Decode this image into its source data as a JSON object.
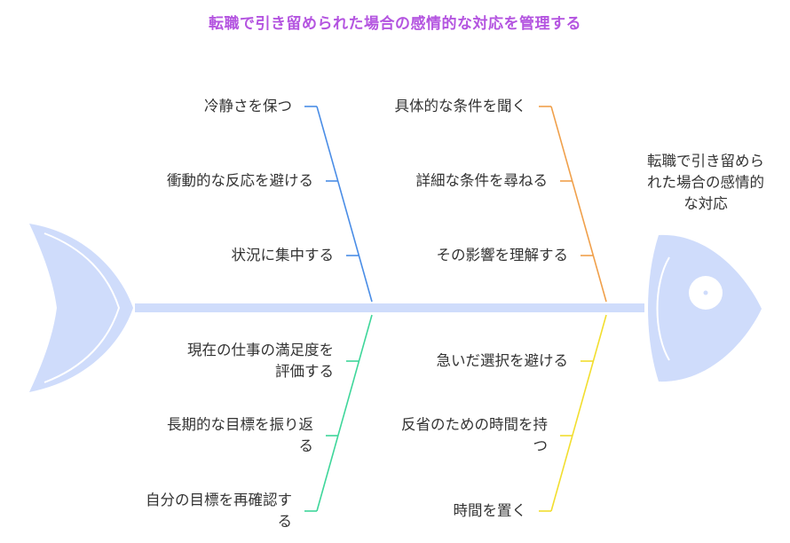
{
  "title": "転職で引き留められた場合の感情的な対応を管理する",
  "head_label_line1": "転職で引き留めら",
  "head_label_line2": "れた場合の感情的",
  "head_label_line3": "な対応",
  "colors": {
    "title": "#b455e0",
    "fish": "#cfdcfb",
    "fish_outline": "#ffffff",
    "branch_blue": "#4a8de6",
    "branch_orange": "#f0a04b",
    "branch_green": "#3ed69a",
    "branch_yellow": "#f2de2e",
    "text": "#333333"
  },
  "branches": {
    "top_left": {
      "items": [
        "冷静さを保つ",
        "衝動的な反応を避ける",
        "状況に集中する"
      ]
    },
    "top_right": {
      "items": [
        "具体的な条件を聞く",
        "詳細な条件を尋ねる",
        "その影響を理解する"
      ]
    },
    "bottom_left": {
      "item1_line1": "現在の仕事の満足度を",
      "item1_line2": "評価する",
      "item2_line1": "長期的な目標を振り返",
      "item2_line2": "る",
      "item3_line1": "自分の目標を再確認す",
      "item3_line2": "る"
    },
    "bottom_right": {
      "item1": "急いだ選択を避ける",
      "item2_line1": "反省のための時間を持",
      "item2_line2": "つ",
      "item3": "時間を置く"
    }
  }
}
